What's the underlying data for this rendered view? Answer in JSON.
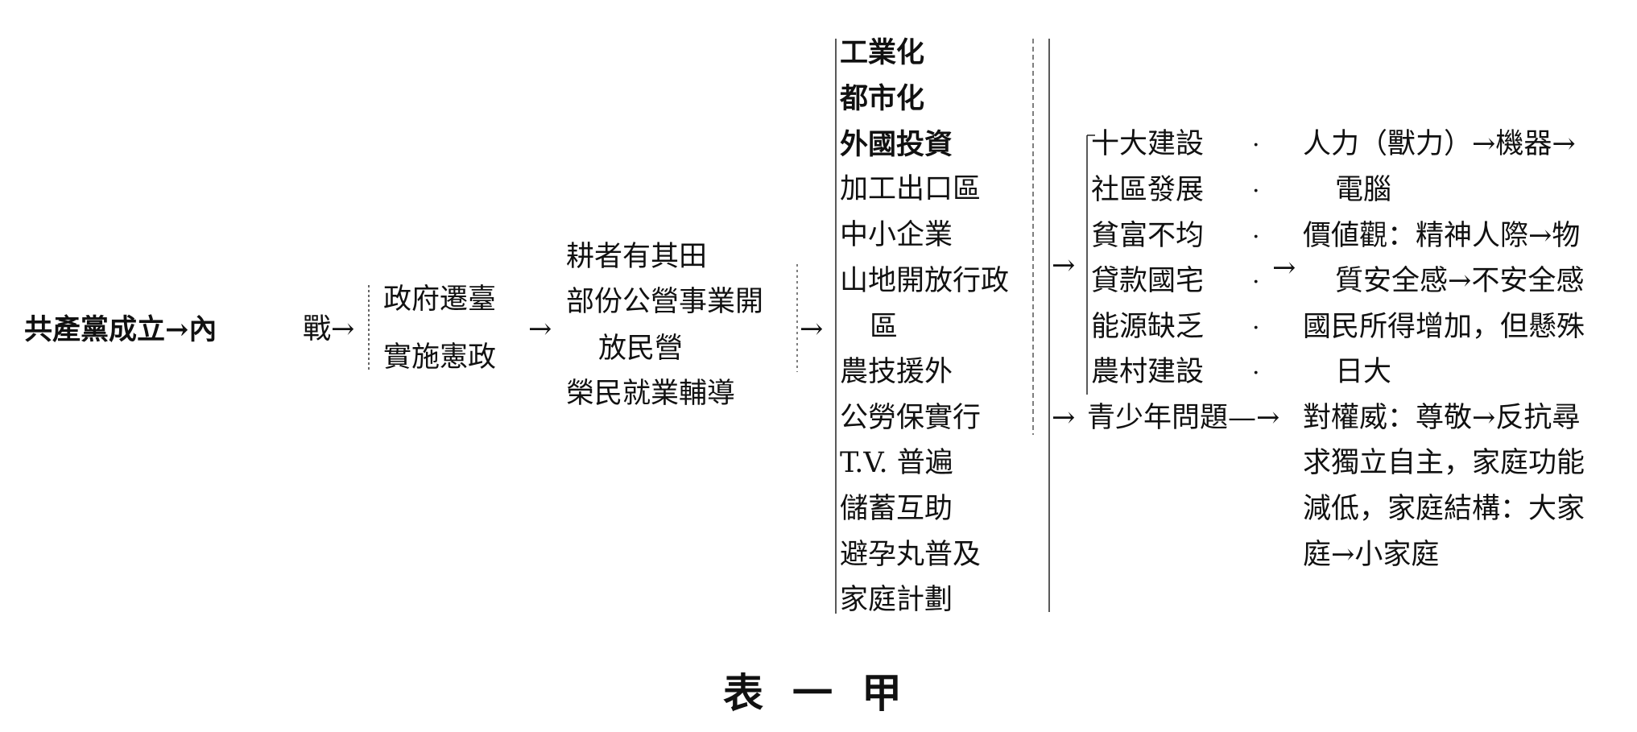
{
  "stage1": {
    "origin": "共產黨成立→內",
    "war": "戰→"
  },
  "stage2": [
    "政府遷臺",
    "實施憲政"
  ],
  "stage3": [
    "耕者有其田",
    "部份公營事業開",
    "放民營",
    "榮民就業輔導"
  ],
  "stage4": [
    "工業化",
    "都市化",
    "外國投資",
    "加工出口區",
    "中小企業",
    "山地開放行政",
    "區",
    "農技援外",
    "公勞保實行",
    "T.V. 普遍",
    "儲蓄互助",
    "避孕丸普及",
    "家庭計劃"
  ],
  "stage5": [
    "十大建設",
    "社區發展",
    "貧富不均",
    "貸款國宅",
    "能源缺乏",
    "農村建設"
  ],
  "youth": "青少年問題—→",
  "results": [
    "人力（獸力）→機器→",
    "電腦",
    "價値觀：精神人際→物",
    "質安全感→不安全感",
    "國民所得增加，但懸殊",
    "日大"
  ],
  "youth_results": [
    "對權威：尊敬→反抗尋",
    "求獨立自主，家庭功能",
    "減低，家庭結構：大家",
    "庭→小家庭"
  ],
  "arrows": {
    "arrow": "→"
  },
  "separator": "·",
  "caption": "表一甲"
}
